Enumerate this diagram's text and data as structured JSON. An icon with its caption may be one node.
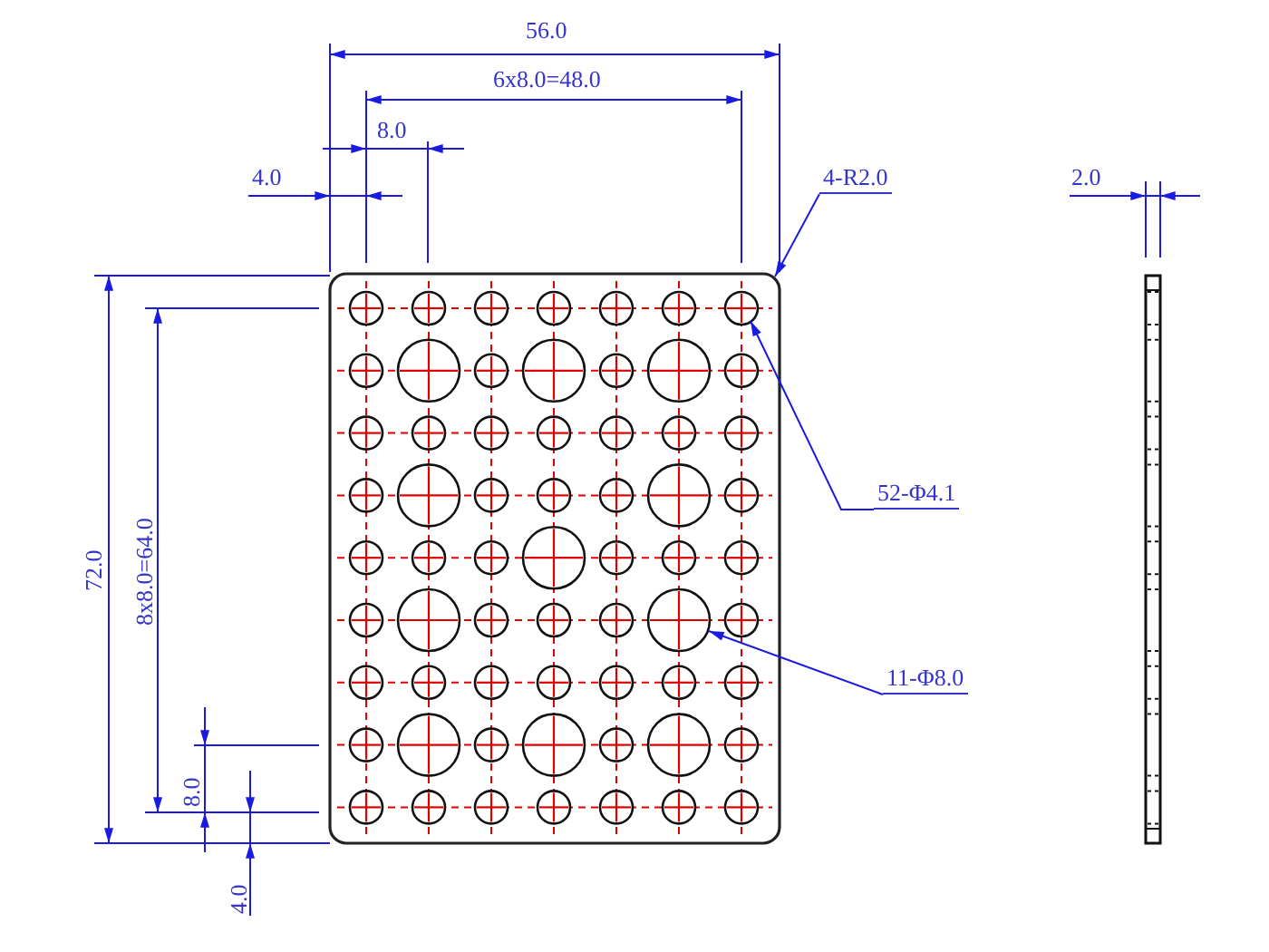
{
  "diagram": {
    "nodes": [
      {
        "text": [
          "4-R2.0"
        ]
      },
      {
        "text": [
          "52-Φ4.1"
        ]
      },
      {
        "text": [
          "11-Φ8.0"
        ]
      }
    ],
    "edges": [
      {
        "from": 0,
        "to": null,
        "arrow": "to"
      },
      {
        "from": 1,
        "to": null,
        "arrow": "to"
      },
      {
        "from": 2,
        "to": null,
        "arrow": "to"
      }
    ],
    "labels": [
      "56.0",
      "6x8.0=48.0",
      "8.0",
      "4.0",
      "2.0",
      "72.0",
      "8x8.0=64.0",
      "8.0",
      "4.0"
    ]
  }
}
